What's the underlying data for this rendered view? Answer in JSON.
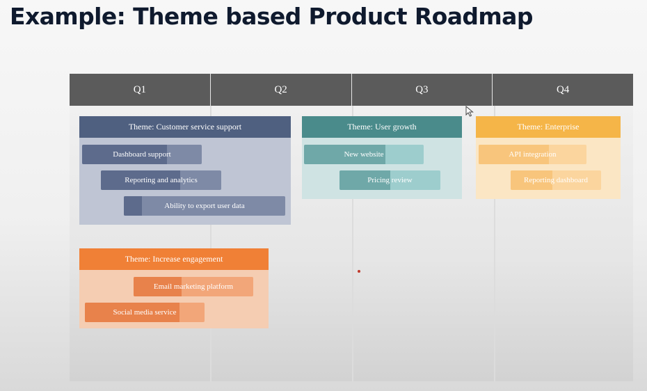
{
  "title": "Example: Theme based Product Roadmap",
  "quarters": [
    "Q1",
    "Q2",
    "Q3",
    "Q4"
  ],
  "themes": {
    "customer_service": {
      "label": "Theme: Customer service support",
      "color": "#4f6080",
      "items": [
        {
          "label": "Dashboard support",
          "progress": 0.71
        },
        {
          "label": "Reporting and analytics",
          "progress": 0.66
        },
        {
          "label": "Ability to export user data",
          "progress": 0.11
        }
      ]
    },
    "user_growth": {
      "label": "Theme: User growth",
      "color": "#4a8b8b",
      "items": [
        {
          "label": "New website",
          "progress": 0.68
        },
        {
          "label": "Pricing review",
          "progress": 0.5
        }
      ]
    },
    "enterprise": {
      "label": "Theme: Enterprise",
      "color": "#f5a93c",
      "items": [
        {
          "label": "API integration",
          "progress": 0.65
        },
        {
          "label": "Reporting dashboard",
          "progress": 0.46
        }
      ]
    },
    "engagement": {
      "label": "Theme: Increase engagement",
      "color": "#f08036",
      "items": [
        {
          "label": "Email marketing platform",
          "progress": 0.4
        },
        {
          "label": "Social media service",
          "progress": 0.79
        }
      ]
    }
  }
}
